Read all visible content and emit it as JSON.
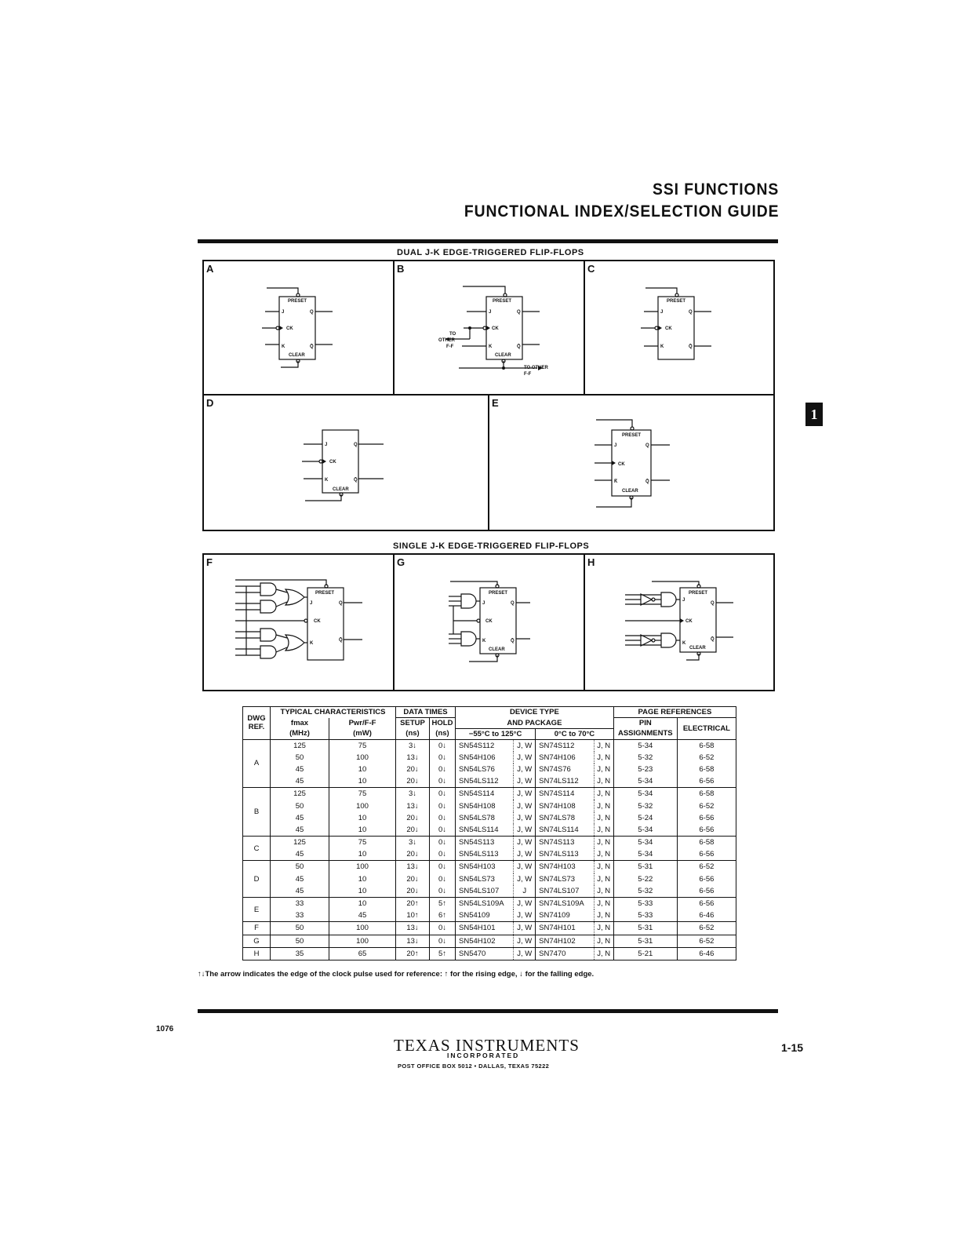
{
  "header": {
    "title_line1": "SSI FUNCTIONS",
    "title_line2": "FUNCTIONAL INDEX/SELECTION GUIDE"
  },
  "tab_marker": "1",
  "dual_section": {
    "title": "DUAL J-K EDGE-TRIGGERED FLIP-FLOPS",
    "panels": [
      "A",
      "B",
      "C",
      "D",
      "E"
    ]
  },
  "single_section": {
    "title": "SINGLE J-K EDGE-TRIGGERED FLIP-FLOPS",
    "panels": [
      "F",
      "G",
      "H"
    ]
  },
  "diagram_labels": {
    "preset": "PRESET",
    "clear": "CLEAR",
    "j": "J",
    "k": "K",
    "q": "Q",
    "qbar": "Q̄",
    "ck": "CK",
    "kbar": "K̄",
    "to_other_ff_left_1": "TO",
    "to_other_ff_left_2": "OTHER",
    "to_other_ff_left_3": "F-F",
    "to_other_ff_right_1": "TO OTHER",
    "to_other_ff_right_2": "F-F"
  },
  "table": {
    "headers": {
      "dwg_ref_1": "DWG",
      "dwg_ref_2": "REF.",
      "typical": "TYPICAL CHARACTERISTICS",
      "fmax": "fmax",
      "fmax_unit": "(MHz)",
      "pwr": "Pwr/F-F",
      "pwr_unit": "(mW)",
      "data_times": "DATA TIMES",
      "setup": "SETUP",
      "hold": "HOLD",
      "setup_unit": "(ns)",
      "hold_unit": "(ns)",
      "device_type_1": "DEVICE TYPE",
      "device_type_2": "AND PACKAGE",
      "mil_range": "−55°C to 125°C",
      "com_range": "0°C to 70°C",
      "page_refs": "PAGE REFERENCES",
      "pin_1": "PIN",
      "pin_2": "ASSIGNMENTS",
      "electrical": "ELECTRICAL"
    },
    "rows": [
      {
        "ref": "A",
        "fmax": "125",
        "pwr": "75",
        "setup": "3↓",
        "hold": "0↓",
        "mil": "SN54S112",
        "mil_pkg": "J, W",
        "com": "SN74S112",
        "com_pkg": "J, N",
        "pin": "5-34",
        "elec": "6-58"
      },
      {
        "ref": "",
        "fmax": "50",
        "pwr": "100",
        "setup": "13↓",
        "hold": "0↓",
        "mil": "SN54H106",
        "mil_pkg": "J, W",
        "com": "SN74H106",
        "com_pkg": "J, N",
        "pin": "5-32",
        "elec": "6-52"
      },
      {
        "ref": "",
        "fmax": "45",
        "pwr": "10",
        "setup": "20↓",
        "hold": "0↓",
        "mil": "SN54LS76",
        "mil_pkg": "J, W",
        "com": "SN74S76",
        "com_pkg": "J, N",
        "pin": "5-23",
        "elec": "6-58"
      },
      {
        "ref": "",
        "fmax": "45",
        "pwr": "10",
        "setup": "20↓",
        "hold": "0↓",
        "mil": "SN54LS112",
        "mil_pkg": "J, W",
        "com": "SN74LS112",
        "com_pkg": "J, N",
        "pin": "5-34",
        "elec": "6-56"
      },
      {
        "ref": "B",
        "fmax": "125",
        "pwr": "75",
        "setup": "3↓",
        "hold": "0↓",
        "mil": "SN54S114",
        "mil_pkg": "J, W",
        "com": "SN74S114",
        "com_pkg": "J, N",
        "pin": "5-34",
        "elec": "6-58"
      },
      {
        "ref": "",
        "fmax": "50",
        "pwr": "100",
        "setup": "13↓",
        "hold": "0↓",
        "mil": "SN54H108",
        "mil_pkg": "J, W",
        "com": "SN74H108",
        "com_pkg": "J, N",
        "pin": "5-32",
        "elec": "6-52"
      },
      {
        "ref": "",
        "fmax": "45",
        "pwr": "10",
        "setup": "20↓",
        "hold": "0↓",
        "mil": "SN54LS78",
        "mil_pkg": "J, W",
        "com": "SN74LS78",
        "com_pkg": "J, N",
        "pin": "5-24",
        "elec": "6-56"
      },
      {
        "ref": "",
        "fmax": "45",
        "pwr": "10",
        "setup": "20↓",
        "hold": "0↓",
        "mil": "SN54LS114",
        "mil_pkg": "J, W",
        "com": "SN74LS114",
        "com_pkg": "J, N",
        "pin": "5-34",
        "elec": "6-56"
      },
      {
        "ref": "C",
        "fmax": "125",
        "pwr": "75",
        "setup": "3↓",
        "hold": "0↓",
        "mil": "SN54S113",
        "mil_pkg": "J, W",
        "com": "SN74S113",
        "com_pkg": "J, N",
        "pin": "5-34",
        "elec": "6-58"
      },
      {
        "ref": "",
        "fmax": "45",
        "pwr": "10",
        "setup": "20↓",
        "hold": "0↓",
        "mil": "SN54LS113",
        "mil_pkg": "J, W",
        "com": "SN74LS113",
        "com_pkg": "J, N",
        "pin": "5-34",
        "elec": "6-56"
      },
      {
        "ref": "D",
        "fmax": "50",
        "pwr": "100",
        "setup": "13↓",
        "hold": "0↓",
        "mil": "SN54H103",
        "mil_pkg": "J, W",
        "com": "SN74H103",
        "com_pkg": "J, N",
        "pin": "5-31",
        "elec": "6-52"
      },
      {
        "ref": "",
        "fmax": "45",
        "pwr": "10",
        "setup": "20↓",
        "hold": "0↓",
        "mil": "SN54LS73",
        "mil_pkg": "J, W",
        "com": "SN74LS73",
        "com_pkg": "J, N",
        "pin": "5-22",
        "elec": "6-56"
      },
      {
        "ref": "",
        "fmax": "45",
        "pwr": "10",
        "setup": "20↓",
        "hold": "0↓",
        "mil": "SN54LS107",
        "mil_pkg": "J",
        "com": "SN74LS107",
        "com_pkg": "J, N",
        "pin": "5-32",
        "elec": "6-56"
      },
      {
        "ref": "E",
        "fmax": "33",
        "pwr": "10",
        "setup": "20↑",
        "hold": "5↑",
        "mil": "SN54LS109A",
        "mil_pkg": "J, W",
        "com": "SN74LS109A",
        "com_pkg": "J, N",
        "pin": "5-33",
        "elec": "6-56"
      },
      {
        "ref": "",
        "fmax": "33",
        "pwr": "45",
        "setup": "10↑",
        "hold": "6↑",
        "mil": "SN54109",
        "mil_pkg": "J, W",
        "com": "SN74109",
        "com_pkg": "J, N",
        "pin": "5-33",
        "elec": "6-46"
      },
      {
        "ref": "F",
        "fmax": "50",
        "pwr": "100",
        "setup": "13↓",
        "hold": "0↓",
        "mil": "SN54H101",
        "mil_pkg": "J, W",
        "com": "SN74H101",
        "com_pkg": "J, N",
        "pin": "5-31",
        "elec": "6-52"
      },
      {
        "ref": "G",
        "fmax": "50",
        "pwr": "100",
        "setup": "13↓",
        "hold": "0↓",
        "mil": "SN54H102",
        "mil_pkg": "J, W",
        "com": "SN74H102",
        "com_pkg": "J, N",
        "pin": "5-31",
        "elec": "6-52"
      },
      {
        "ref": "H",
        "fmax": "35",
        "pwr": "65",
        "setup": "20↑",
        "hold": "5↑",
        "mil": "SN5470",
        "mil_pkg": "J, W",
        "com": "SN7470",
        "com_pkg": "J, N",
        "pin": "5-21",
        "elec": "6-46"
      }
    ]
  },
  "footnote": "↑↓The arrow indicates the edge of the clock pulse used for reference: ↑ for the rising edge, ↓ for the falling edge.",
  "footer": {
    "code": "1076",
    "logo_line": "TEXAS INSTRUMENTS",
    "logo_sub": "INCORPORATED",
    "address": "POST OFFICE BOX 5012 • DALLAS, TEXAS 75222",
    "page_number": "1-15"
  }
}
